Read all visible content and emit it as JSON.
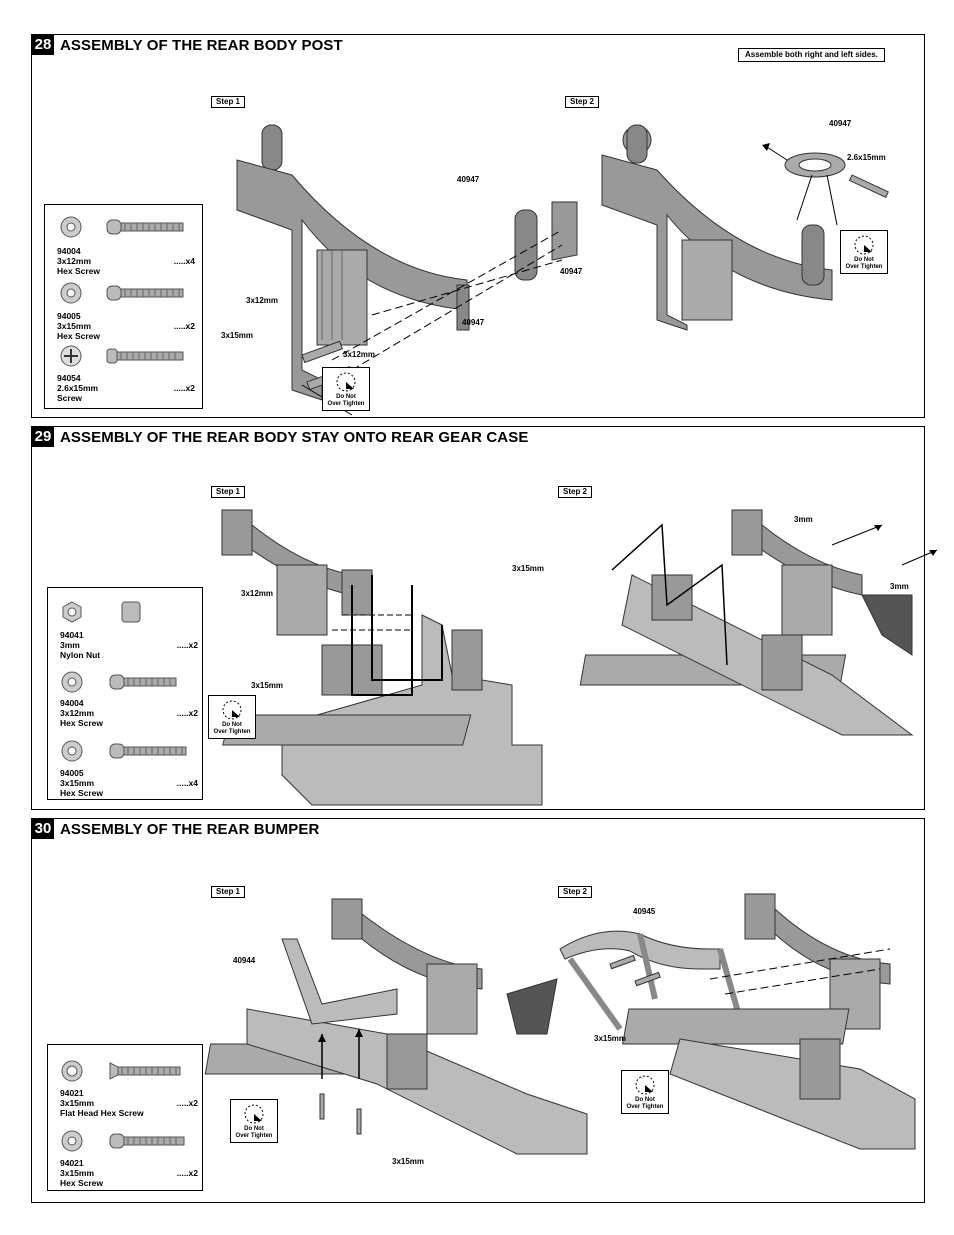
{
  "sections": [
    {
      "number": "28",
      "title": "ASSEMBLY OF THE REAR BODY POST",
      "note": "Assemble both right and left sides.",
      "step1": "Step 1",
      "step2": "Step 2",
      "parts": [
        {
          "code": "94004",
          "size": "3x12mm",
          "name": "Hex Screw",
          "qty": ".....x4"
        },
        {
          "code": "94005",
          "size": "3x15mm",
          "name": "Hex Screw",
          "qty": ".....x2"
        },
        {
          "code": "94054",
          "size": "2.6x15mm",
          "name": "Screw",
          "qty": ".....x2"
        }
      ],
      "labels": {
        "p1": "40947",
        "p2": "40947",
        "p3": "40947",
        "p4": "40947",
        "s1": "3x12mm",
        "s2": "3x15mm",
        "s3": "3x12mm",
        "s4": "2.6x15mm"
      },
      "warning": [
        "Do Not",
        "Over Tighten"
      ]
    },
    {
      "number": "29",
      "title": "ASSEMBLY OF THE REAR BODY STAY ONTO REAR GEAR CASE",
      "step1": "Step 1",
      "step2": "Step 2",
      "parts": [
        {
          "code": "94041",
          "size": "3mm",
          "name": "Nylon Nut",
          "qty": ".....x2"
        },
        {
          "code": "94004",
          "size": "3x12mm",
          "name": "Hex Screw",
          "qty": ".....x2"
        },
        {
          "code": "94005",
          "size": "3x15mm",
          "name": "Hex Screw",
          "qty": ".....x4"
        }
      ],
      "labels": {
        "s1": "3x12mm",
        "s2": "3x15mm",
        "s3": "3x15mm",
        "s4": "3mm",
        "s5": "3mm"
      },
      "warning": [
        "Do Not",
        "Over Tighten"
      ]
    },
    {
      "number": "30",
      "title": "ASSEMBLY OF THE REAR BUMPER",
      "step1": "Step 1",
      "step2": "Step 2",
      "parts": [
        {
          "code": "94021",
          "size": "3x15mm",
          "name": "Flat Head Hex Screw",
          "qty": ".....x2"
        },
        {
          "code": "94021",
          "size": "3x15mm",
          "name": "Hex Screw",
          "qty": ".....x2"
        }
      ],
      "labels": {
        "p1": "40944",
        "p2": "40945",
        "s1": "3x15mm",
        "s2": "3x15mm"
      },
      "warning": [
        "Do Not",
        "Over Tighten"
      ]
    }
  ]
}
